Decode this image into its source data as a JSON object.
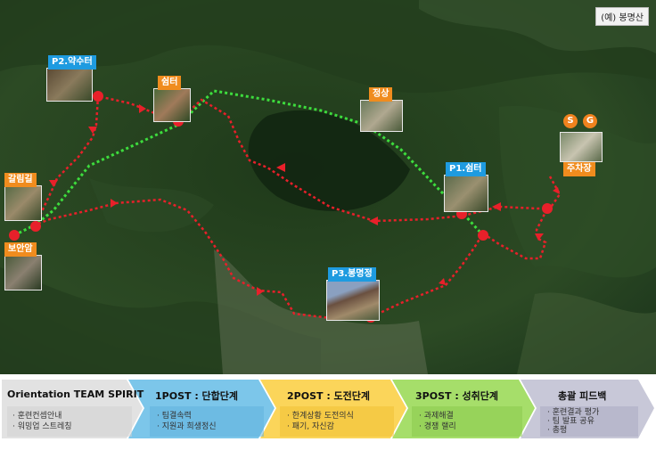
{
  "map": {
    "region_label": "(예) 봉명산",
    "markers": [
      {
        "id": "p2",
        "label": "P2.약수터",
        "color": "blue"
      },
      {
        "id": "shelter_top",
        "label": "쉼터",
        "color": "orange"
      },
      {
        "id": "summit",
        "label": "정상",
        "color": "orange"
      },
      {
        "id": "p1",
        "label": "P1.쉼터",
        "color": "blue"
      },
      {
        "id": "parking",
        "label": "주차장",
        "color": "orange"
      },
      {
        "id": "fork",
        "label": "갈림길",
        "color": "orange"
      },
      {
        "id": "boanam",
        "label": "보안암",
        "color": "orange"
      },
      {
        "id": "p3",
        "label": "P3.봉명정",
        "color": "blue"
      }
    ],
    "start_badge": "S",
    "goal_badge": "G",
    "colors": {
      "route_red": "#e8202a",
      "route_green": "#3ddc3d",
      "post_blue": "#1e9be0",
      "spot_orange": "#f08c1e"
    }
  },
  "stages": [
    {
      "title": "Orientation TEAM SPIRIT",
      "items": [
        "· 훈련컨셉안내",
        "· 워밍업 스트레칭"
      ],
      "color": "#e2e2e2"
    },
    {
      "title": "1POST : 단합단계",
      "items": [
        "· 팀결속력",
        "· 지원과 희생정신"
      ],
      "color": "#7cc6ea"
    },
    {
      "title": "2POST : 도전단계",
      "items": [
        "· 한계상황 도전의식",
        "· 패기, 자신감"
      ],
      "color": "#fbd55a"
    },
    {
      "title": "3POST : 성취단계",
      "items": [
        "· 과제해결",
        "· 경쟁 랠리"
      ],
      "color": "#a6de6a"
    },
    {
      "title": "총괄 피드백",
      "items": [
        "· 훈련결과 평가",
        "· 팀 발표 공유",
        "· 총평"
      ],
      "color": "#c8c8d8"
    }
  ]
}
